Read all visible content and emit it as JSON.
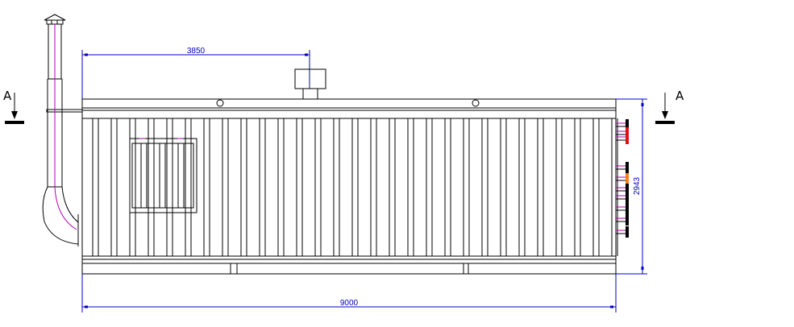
{
  "drawing": {
    "dimensions": {
      "top_offset": "3850",
      "overall_length": "9000",
      "overall_height": "2943"
    },
    "section_marker_left": "A",
    "section_marker_right": "A",
    "colors": {
      "dimension": "#0000c0",
      "centerline": "#b000b0",
      "pipe_red": "#e01010",
      "pipe_orange": "#f08020"
    }
  }
}
